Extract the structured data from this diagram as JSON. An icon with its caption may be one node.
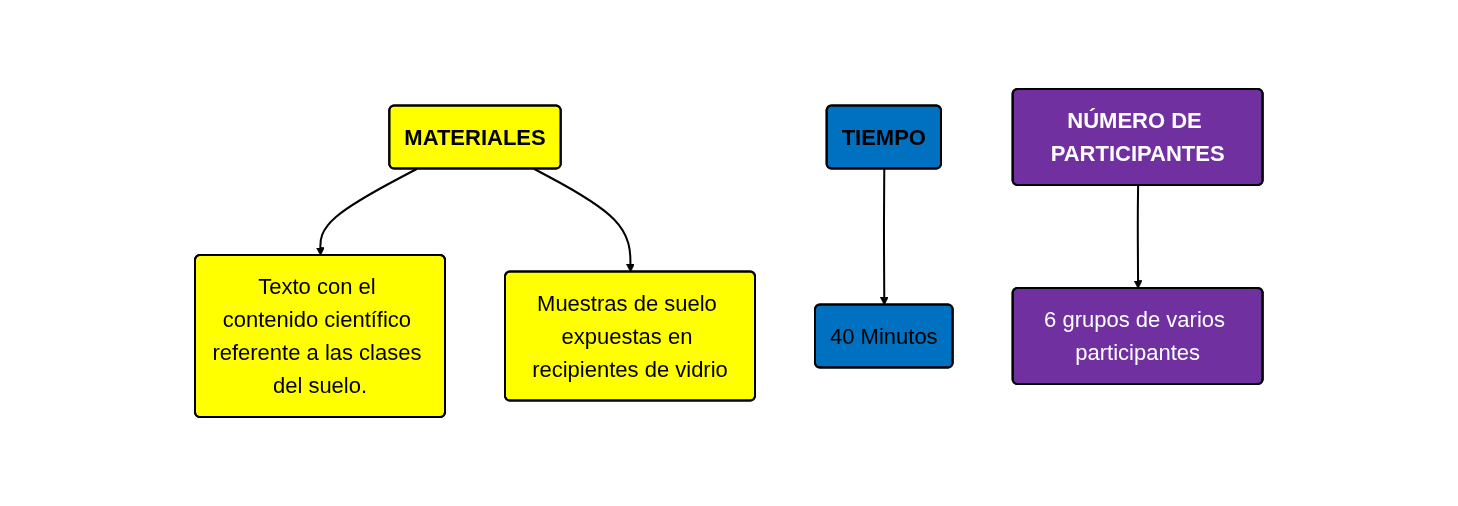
{
  "diagram": {
    "nodes": [
      {
        "text": [
          "MATERIALES"
        ]
      },
      {
        "text": [
          "Texto con el contenido científico referente a las clases del suelo."
        ]
      },
      {
        "text": [
          "Muestras de suelo expuestas en recipientes de vidrio"
        ]
      },
      {
        "text": [
          "TIEMPO"
        ]
      },
      {
        "text": [
          "40 Minutos"
        ]
      },
      {
        "text": [
          "NÚMERO DE PARTICIPANTES"
        ]
      },
      {
        "text": [
          "6 grupos de varios participantes"
        ]
      }
    ],
    "edges": [
      {
        "from": 0,
        "to": 1,
        "arrow": "to"
      },
      {
        "from": 0,
        "to": 2,
        "arrow": "to"
      },
      {
        "from": 3,
        "to": 4,
        "arrow": "to"
      },
      {
        "from": 5,
        "to": 6,
        "arrow": "to"
      }
    ]
  }
}
